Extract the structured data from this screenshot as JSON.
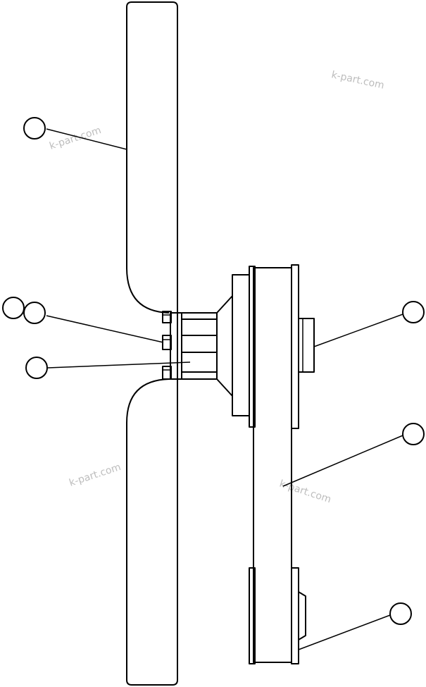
{
  "watermarks": [
    "k-part.com",
    "k-part.com",
    "k-part.com",
    "k-part.com"
  ],
  "colors": {
    "line": "#000000",
    "background": "#ffffff",
    "watermark": "#bdbdbd"
  },
  "callouts": [
    {
      "label": ""
    },
    {
      "label": ""
    },
    {
      "label": ""
    },
    {
      "label": ""
    },
    {
      "label": ""
    },
    {
      "label": ""
    },
    {
      "label": ""
    }
  ]
}
